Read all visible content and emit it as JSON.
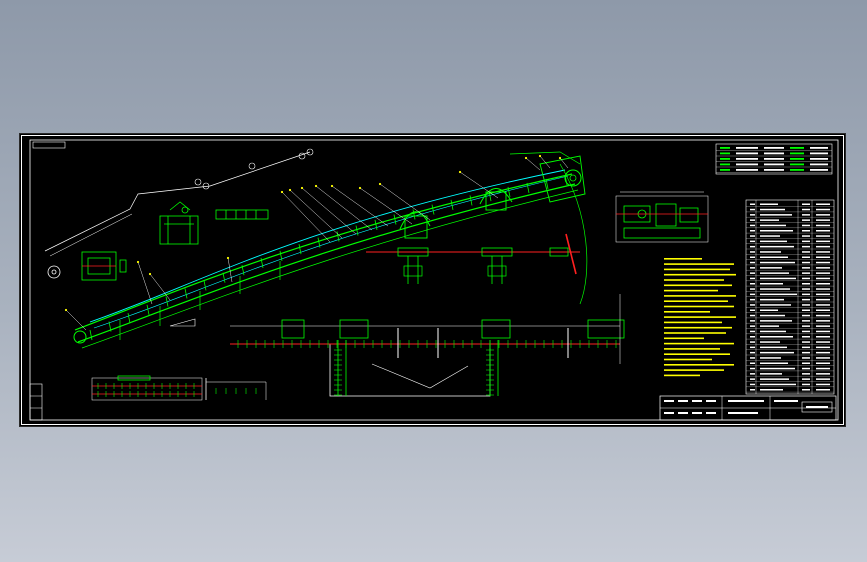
{
  "colors": {
    "paper_background": "#000000",
    "frame": "#ffffff",
    "outline": "#00ff00",
    "centerline": "#ff2020",
    "guide_curve": "#00ffff",
    "leader": "#ffffff",
    "annotation": "#ffff00"
  },
  "drawing": {
    "views": [
      "belt-conveyor-elevation",
      "drive-unit-plan",
      "section-view",
      "foundation-plan",
      "detail-view"
    ],
    "panels": [
      "technical-notes",
      "parts-list",
      "revision-table",
      "title-block"
    ]
  }
}
